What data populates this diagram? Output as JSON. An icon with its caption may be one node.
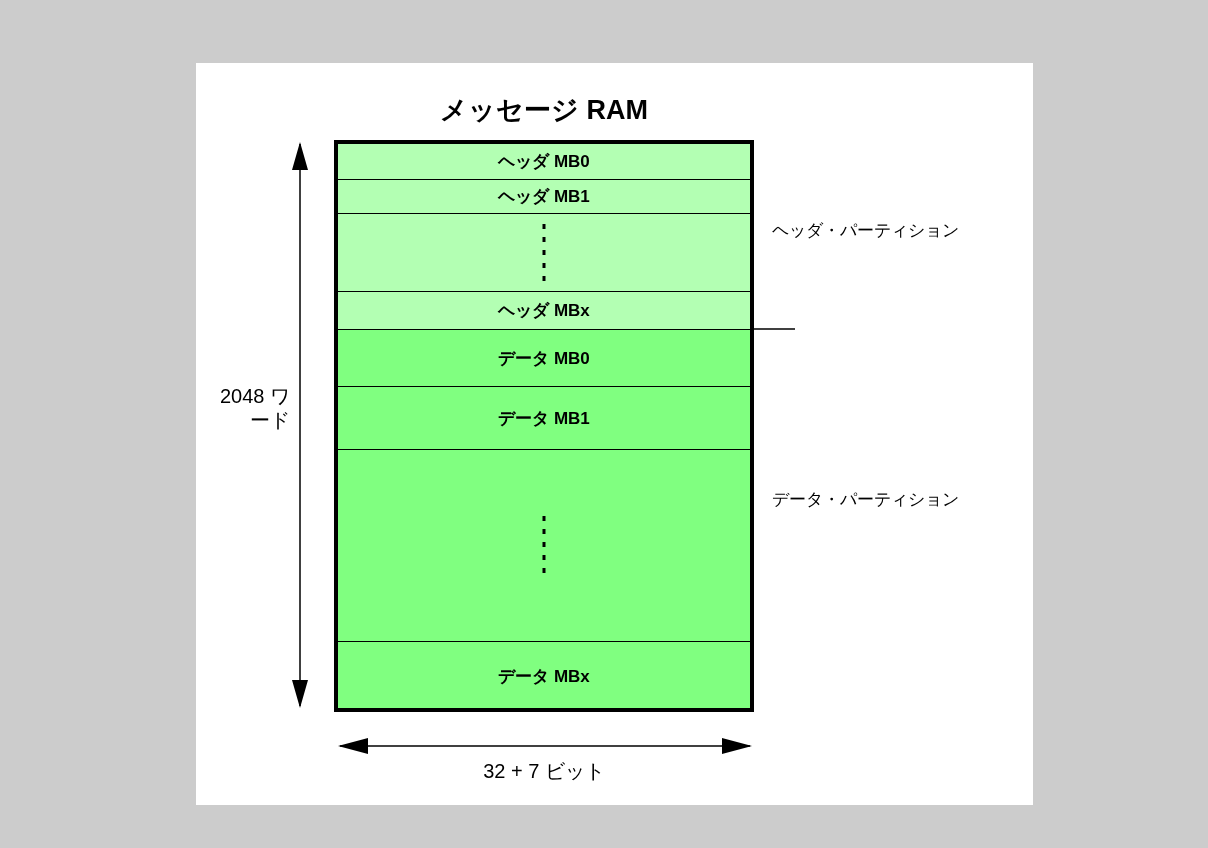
{
  "diagram": {
    "title": "メッセージ RAM",
    "nodes": [
      {
        "text": [
          "ヘッダ MB0"
        ]
      },
      {
        "text": [
          "ヘッダ MB1"
        ]
      },
      {
        "text": [],
        "shape": "box"
      },
      {
        "text": [
          "ヘッダ MBx"
        ]
      },
      {
        "text": [
          "データ MB0"
        ]
      },
      {
        "text": [
          "データ MB1"
        ]
      },
      {
        "text": [],
        "shape": "box"
      },
      {
        "text": [
          "データ MBx"
        ]
      }
    ],
    "labels": [
      "ヘッダ・パーティション",
      "2048 ワード",
      "データ・パーティション",
      "32 + 7 ビット"
    ]
  }
}
